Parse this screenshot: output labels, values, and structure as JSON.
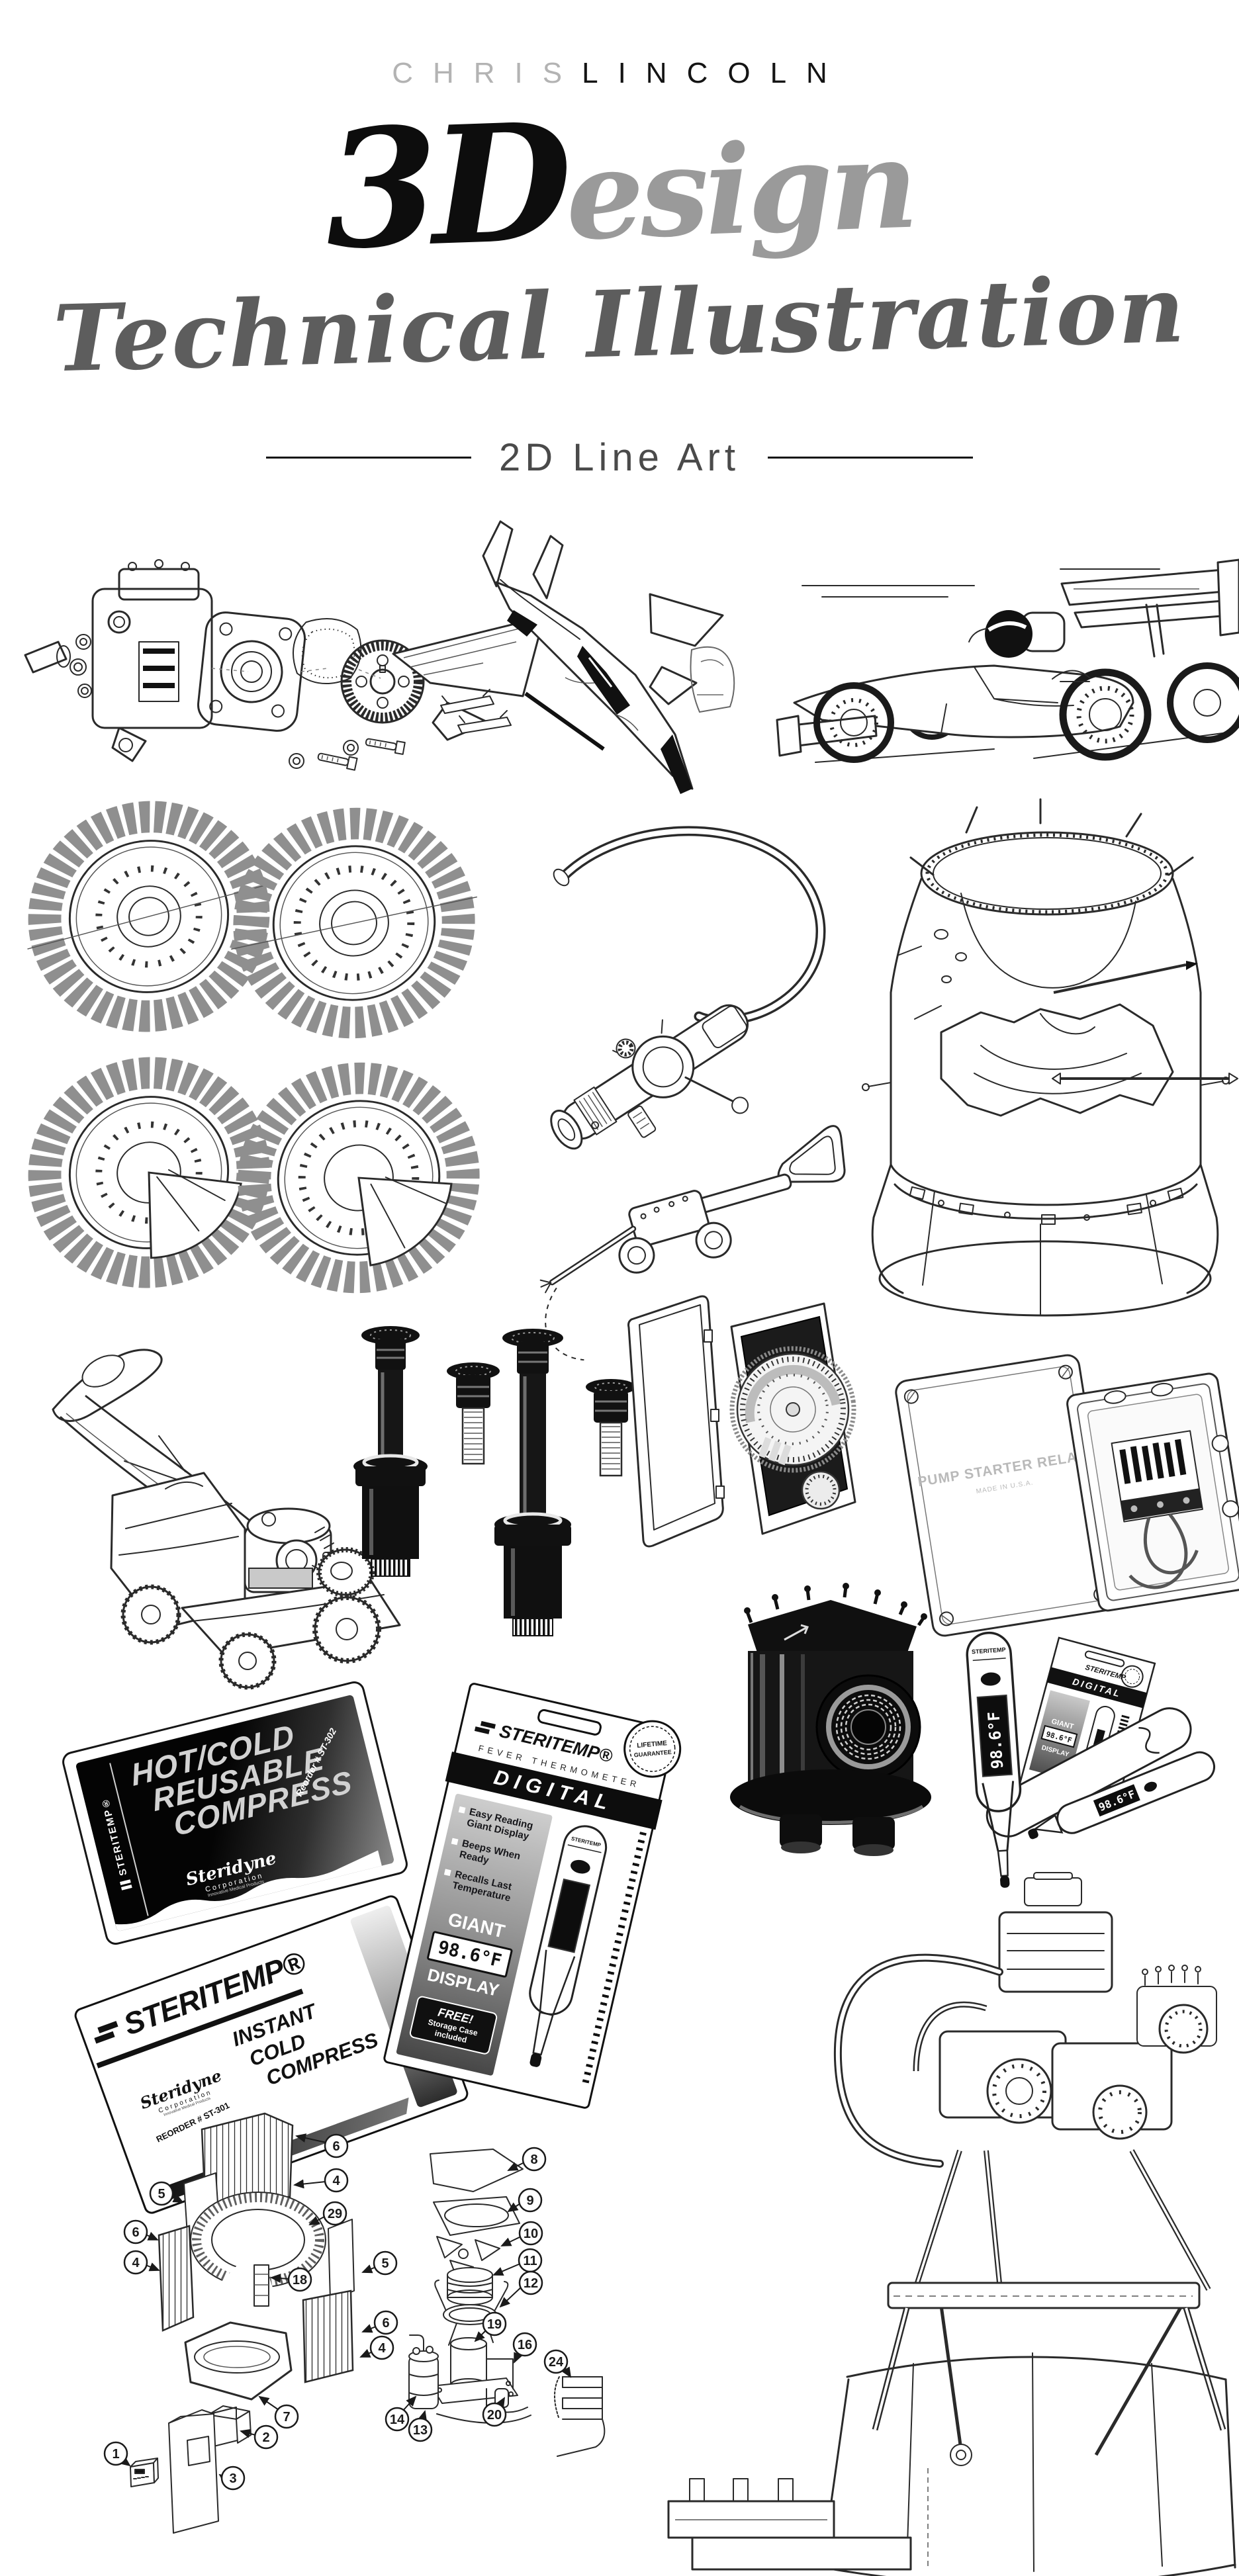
{
  "header": {
    "brand_first": "CHRIS",
    "brand_second": "LINCOLN",
    "logo_3d": "3D",
    "logo_esign": "esign",
    "script_title": "Technical Illustration",
    "subtitle": "2D Line Art"
  },
  "colors": {
    "background": "#ffffff",
    "brand_gray": "#b3b3b3",
    "ink": "#141414",
    "script_gray": "#5d5d5d",
    "logo_gray": "#9a9a9a",
    "lineart": "#2a2a2a"
  },
  "illustrations": [
    {
      "id": "fuel-injection-pump-exploded"
    },
    {
      "id": "fighter-jet"
    },
    {
      "id": "formula-one-race-car"
    },
    {
      "id": "turbine-fan-wheels"
    },
    {
      "id": "hose-and-valve-assembly"
    },
    {
      "id": "combustor-drum-casing"
    },
    {
      "id": "lawn-mower"
    },
    {
      "id": "pop-up-sprinklers"
    },
    {
      "id": "timer-control-box"
    },
    {
      "id": "pump-starter-relay-box"
    },
    {
      "id": "pump-housing"
    },
    {
      "id": "compress-packages"
    },
    {
      "id": "digital-thermometer-package"
    },
    {
      "id": "thermometer-set"
    },
    {
      "id": "engine-assembly"
    },
    {
      "id": "enclosure-exploded-diagram"
    },
    {
      "id": "fan-compressor-exploded-diagram"
    }
  ],
  "products": {
    "relay_lid": {
      "title": "PUMP STARTER RELAY",
      "subtitle": "MADE IN U.S.A."
    },
    "hot_cold": {
      "brand": "STERITEMP®",
      "line1": "HOT/COLD",
      "line2": "REUSABLE",
      "line3": "COMPRESS",
      "company": "Steridyne",
      "company2": "Corporation",
      "tagline": "Innovative Medical Products",
      "reorder": "Reorder # ST-302"
    },
    "instant_cold": {
      "brand": "STERITEMP®",
      "line1": "INSTANT",
      "line2": "COLD",
      "line3": "COMPRESS",
      "company": "Steridyne",
      "company2": "Corporation",
      "tagline": "Innovative Medical Products",
      "reorder": "REORDER # ST-301"
    },
    "thermo_box": {
      "brand": "STERITEMP®",
      "category": "FEVER THERMOMETER",
      "band": "DIGITAL",
      "bullet1a": "Easy Reading",
      "bullet1b": "Giant Display",
      "bullet2a": "Beeps When",
      "bullet2b": "Ready",
      "bullet3a": "Recalls Last",
      "bullet3b": "Temperature",
      "giant": "GIANT",
      "reading": "98.6°F",
      "display": "DISPLAY",
      "free1": "FREE!",
      "free2": "Storage Case",
      "free3": "included",
      "seal_top": "LIFETIME",
      "seal_bottom": "GUARANTEE",
      "thermo_label": "STERITEMP"
    },
    "mini_box": {
      "brand": "STERITEMP",
      "band": "DIGITAL",
      "giant": "GIANT",
      "reading": "98.6°F",
      "display": "DISPLAY"
    },
    "thermometer": {
      "brand": "STERITEMP",
      "reading": "98.6°F"
    }
  },
  "diagram_left": {
    "callouts": [
      {
        "n": "6"
      },
      {
        "n": "4"
      },
      {
        "n": "5"
      },
      {
        "n": "29"
      },
      {
        "n": "6"
      },
      {
        "n": "4"
      },
      {
        "n": "18"
      },
      {
        "n": "7"
      },
      {
        "n": "2"
      },
      {
        "n": "1"
      },
      {
        "n": "3"
      }
    ]
  },
  "diagram_mid": {
    "callouts": [
      {
        "n": "8"
      },
      {
        "n": "9"
      },
      {
        "n": "10"
      },
      {
        "n": "11"
      },
      {
        "n": "12"
      },
      {
        "n": "19"
      },
      {
        "n": "16"
      },
      {
        "n": "24"
      },
      {
        "n": "20"
      },
      {
        "n": "13"
      },
      {
        "n": "14"
      },
      {
        "n": "5"
      },
      {
        "n": "6"
      },
      {
        "n": "4"
      }
    ]
  }
}
